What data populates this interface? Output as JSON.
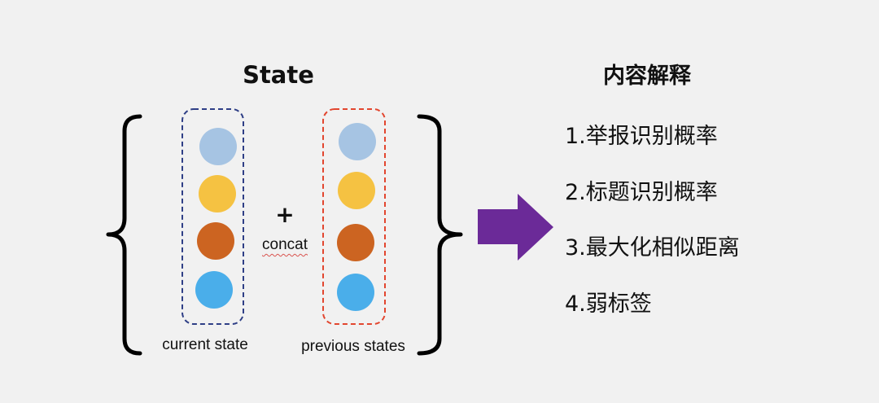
{
  "title": "State",
  "explain_title": "内容解释",
  "plus_symbol": "+",
  "concat_label": "concat",
  "groups": [
    {
      "label": "current state",
      "border_color": "#2f3f86"
    },
    {
      "label": "previous states",
      "border_color": "#e2462f"
    }
  ],
  "circle_colors": [
    "#a6c4e3",
    "#f5c242",
    "#cc6421",
    "#4aaeea"
  ],
  "arrow_color": "#6b2a98",
  "explanations": [
    "1.举报识别概率",
    "2.标题识别概率",
    "3.最大化相似距离",
    "4.弱标签"
  ]
}
